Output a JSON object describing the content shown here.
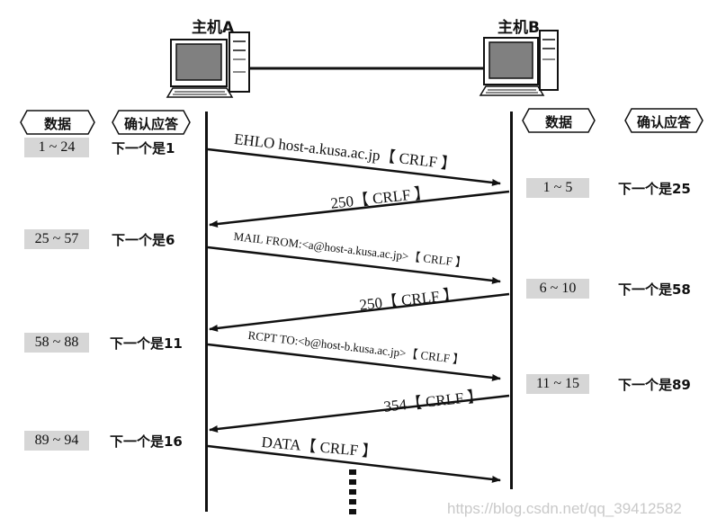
{
  "hosts": {
    "a": "主机A",
    "b": "主机B"
  },
  "headers": {
    "data": "数据",
    "ack": "确认应答"
  },
  "host_a_rows": [
    {
      "range": "1 ~ 24",
      "ack": "下一个是1"
    },
    {
      "range": "25 ~ 57",
      "ack": "下一个是6"
    },
    {
      "range": "58 ~ 88",
      "ack": "下一个是11"
    },
    {
      "range": "89 ~ 94",
      "ack": "下一个是16"
    }
  ],
  "host_b_rows": [
    {
      "range": "1 ~ 5",
      "ack": "下一个是25"
    },
    {
      "range": "6 ~ 10",
      "ack": "下一个是58"
    },
    {
      "range": "11 ~ 15",
      "ack": "下一个是89"
    }
  ],
  "messages": [
    {
      "text": "EHLO host-a.kusa.ac.jp【 CRLF 】",
      "direction": "A→B"
    },
    {
      "text": "250【 CRLF 】",
      "direction": "B→A"
    },
    {
      "text": "MAIL FROM:<a@host-a.kusa.ac.jp>【 CRLF 】",
      "direction": "A→B"
    },
    {
      "text": "250【 CRLF 】",
      "direction": "B→A"
    },
    {
      "text": "RCPT TO:<b@host-b.kusa.ac.jp>【 CRLF 】",
      "direction": "A→B"
    },
    {
      "text": "354【 CRLF 】",
      "direction": "B→A"
    },
    {
      "text": "DATA【 CRLF 】",
      "direction": "A→B"
    }
  ],
  "watermark": "https://blog.csdn.net/qq_39412582",
  "colors": {
    "line": "#111111",
    "shade": "#d6d6d6",
    "screen": "#808080"
  }
}
